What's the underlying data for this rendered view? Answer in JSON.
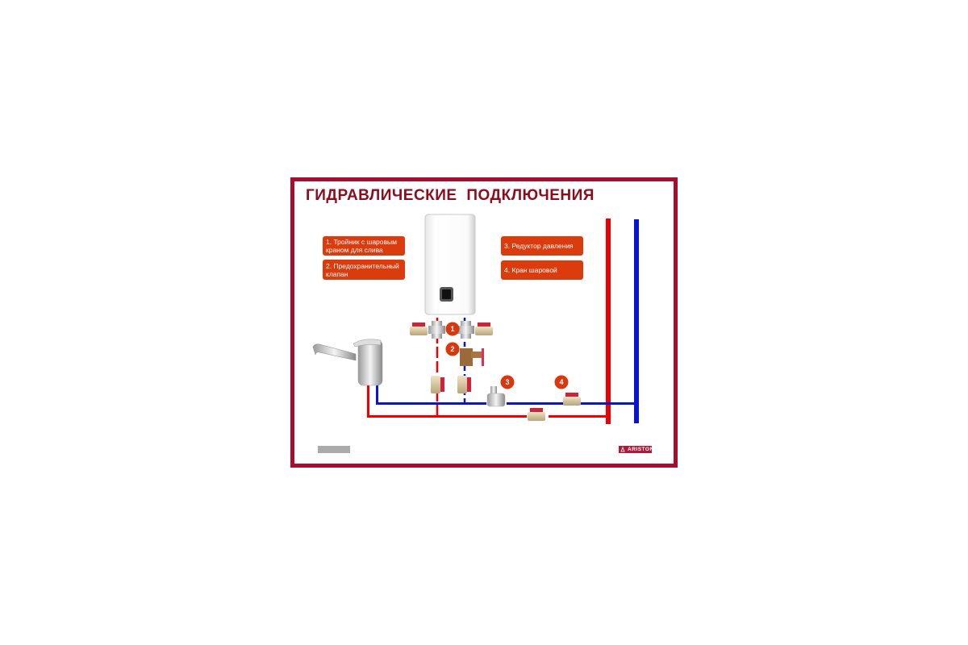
{
  "title": "ГИДРАВЛИЧЕСКИЕ  ПОДКЛЮЧЕНИЯ",
  "legend": [
    {
      "number": "1",
      "label": "1. Тройник с шаровым краном для слива"
    },
    {
      "number": "2",
      "label": "2. Предохранительный клапан"
    },
    {
      "number": "3",
      "label": "3. Редуктор давления"
    },
    {
      "number": "4",
      "label": "4. Кран шаровой"
    }
  ],
  "brand": "ARISTON",
  "colors": {
    "frame": "#a50f2d",
    "hot": "#ee0000",
    "cold": "#0a14d0",
    "label_bg": "#dc3b0d"
  }
}
